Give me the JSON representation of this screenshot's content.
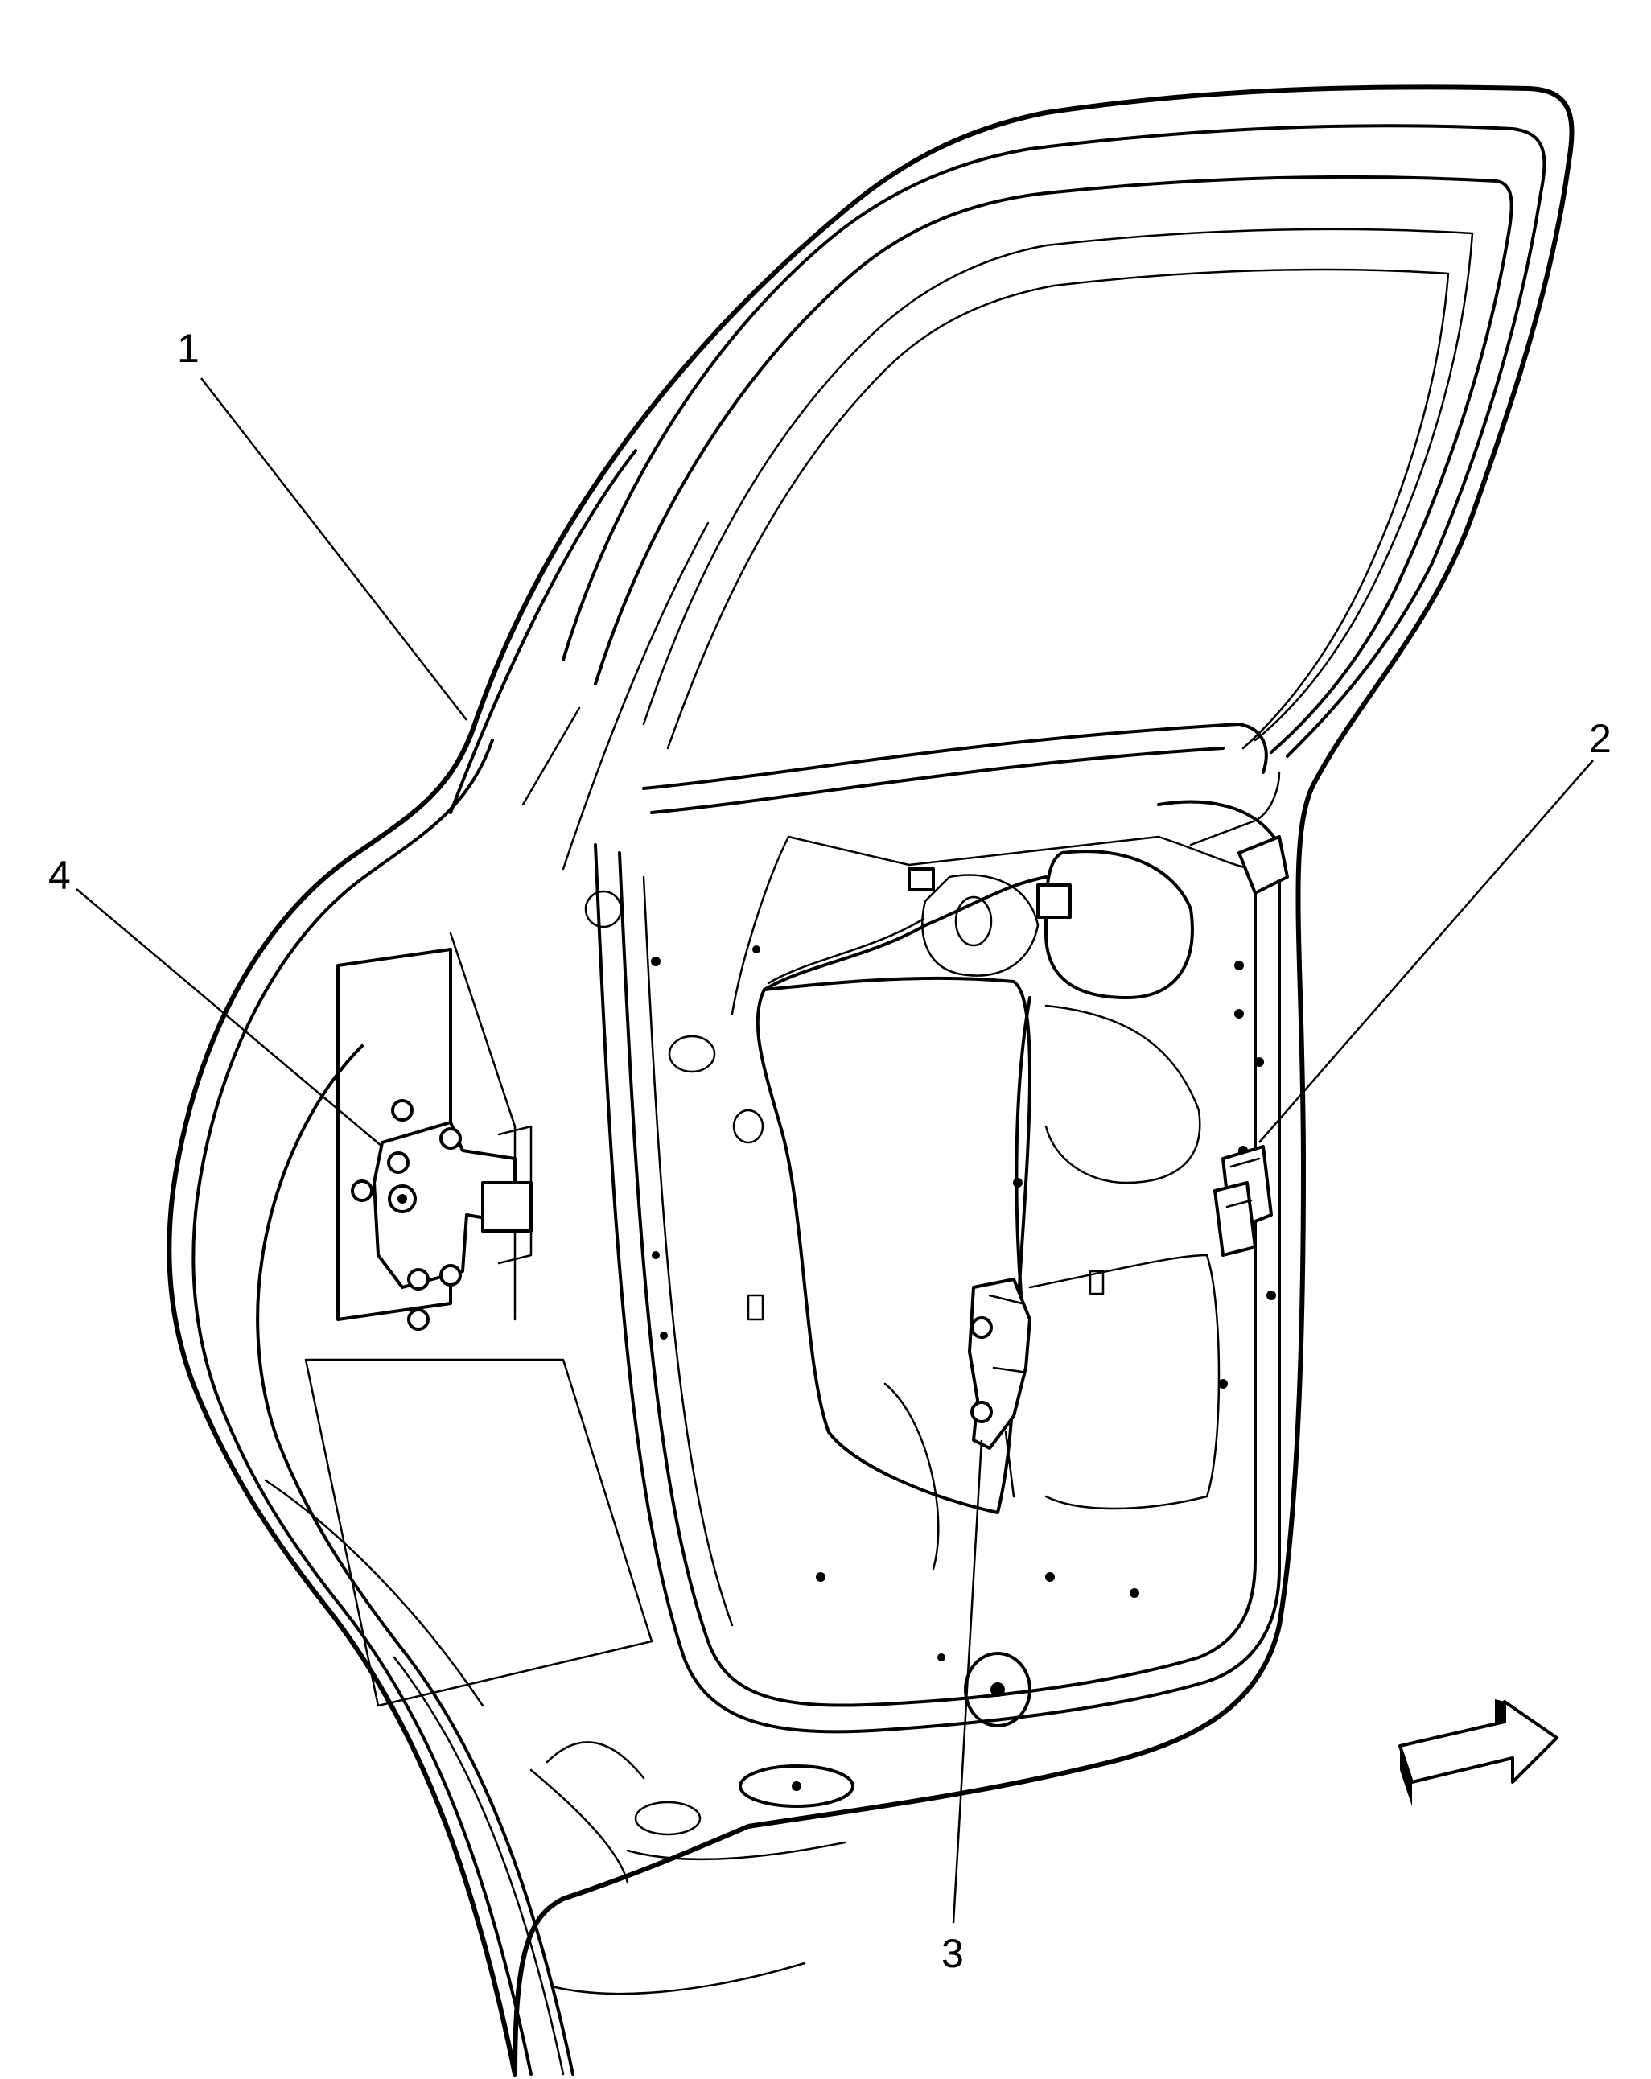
{
  "callouts": [
    {
      "id": "1",
      "label": "1"
    },
    {
      "id": "2",
      "label": "2"
    },
    {
      "id": "3",
      "label": "3"
    },
    {
      "id": "4",
      "label": "4"
    }
  ],
  "icons": {
    "orientation_arrow": "arrow-forward-icon"
  },
  "colors": {
    "line": "#000000",
    "background": "#ffffff"
  }
}
